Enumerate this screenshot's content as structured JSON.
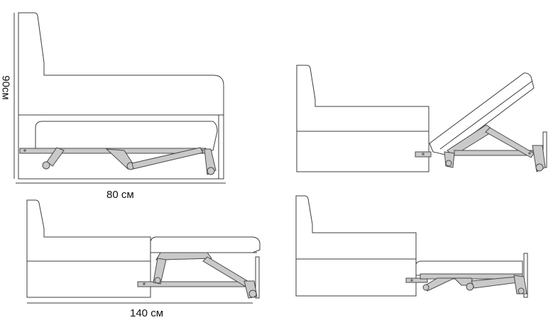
{
  "dimensions": {
    "height_label": "90см",
    "width_label": "80 см",
    "depth_label": "140 см"
  },
  "colors": {
    "outline": "#3c3c3c",
    "mechanism_fill": "#c9c9c9",
    "mechanism_stroke": "#4a4a4a"
  }
}
